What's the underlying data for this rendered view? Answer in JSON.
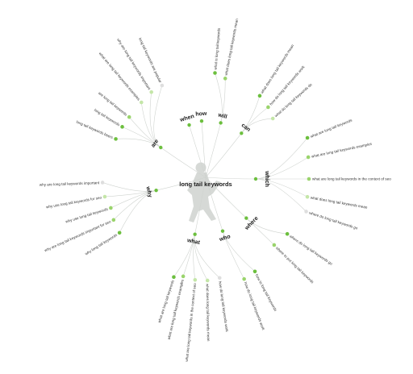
{
  "center": {
    "keyword": "long tail keywords"
  },
  "colors": {
    "dark": "#6cbf3e",
    "mid": "#9ad46c",
    "light": "#c4e6a8",
    "pale": "#dedede"
  },
  "branches": [
    {
      "id": "when",
      "label": "when",
      "leaves": []
    },
    {
      "id": "how",
      "label": "how",
      "leaves": []
    },
    {
      "id": "will",
      "label": "will",
      "leaves": [
        {
          "text": "what is long tail keywords",
          "level": "dark"
        },
        {
          "text": "what does long tail keywords mean",
          "level": "mid"
        }
      ]
    },
    {
      "id": "can",
      "label": "can",
      "leaves": [
        {
          "text": "what does long tail keywords mean",
          "level": "dark"
        },
        {
          "text": "how do long tail keywords work",
          "level": "mid"
        },
        {
          "text": "what do long tail keywords do",
          "level": "light"
        }
      ]
    },
    {
      "id": "which",
      "label": "which",
      "leaves": [
        {
          "text": "what are long tail keywords",
          "level": "dark"
        },
        {
          "text": "what are long tail keywords examples",
          "level": "mid"
        },
        {
          "text": "what are long tail keywords in the context of seo",
          "level": "mid"
        },
        {
          "text": "what does long tail keywords mean",
          "level": "light"
        },
        {
          "text": "where do long tail keywords go",
          "level": "pale"
        }
      ]
    },
    {
      "id": "where",
      "label": "where",
      "leaves": [
        {
          "text": "where do long tail keywords go",
          "level": "dark"
        },
        {
          "text": "where to put long tail keywords",
          "level": "mid"
        }
      ]
    },
    {
      "id": "who",
      "label": "who",
      "leaves": [
        {
          "text": "how to long tail keywords",
          "level": "dark"
        },
        {
          "text": "how do long tail keywords work",
          "level": "mid"
        }
      ]
    },
    {
      "id": "what",
      "label": "what",
      "leaves": [
        {
          "text": "how do long tail keywords work",
          "level": "pale"
        },
        {
          "text": "what does long tail keywords mean",
          "level": "light"
        },
        {
          "text": "what are long tail keywords in the context of seo",
          "level": "light"
        },
        {
          "text": "what are long tail keywords examples",
          "level": "mid"
        },
        {
          "text": "what are long tail keywords",
          "level": "dark"
        }
      ]
    },
    {
      "id": "why",
      "label": "why",
      "leaves": [
        {
          "text": "why are long tail keywords important",
          "level": "pale"
        },
        {
          "text": "why use long tail keywords for seo",
          "level": "light"
        },
        {
          "text": "why use long tail keywords",
          "level": "mid"
        },
        {
          "text": "why are long tail keywords important for seo",
          "level": "mid"
        },
        {
          "text": "why long tail keywords",
          "level": "dark"
        }
      ]
    },
    {
      "id": "are",
      "label": "are",
      "leaves": [
        {
          "text": "long tail keywords are popular",
          "level": "pale"
        },
        {
          "text": "why are long tail keywords important",
          "level": "light"
        },
        {
          "text": "what are long tail keywords examples",
          "level": "light"
        },
        {
          "text": "are long tail keywords",
          "level": "mid"
        },
        {
          "text": "long tail keywords",
          "level": "dark"
        },
        {
          "text": "long tail keywords beers",
          "level": "dark"
        }
      ]
    }
  ]
}
